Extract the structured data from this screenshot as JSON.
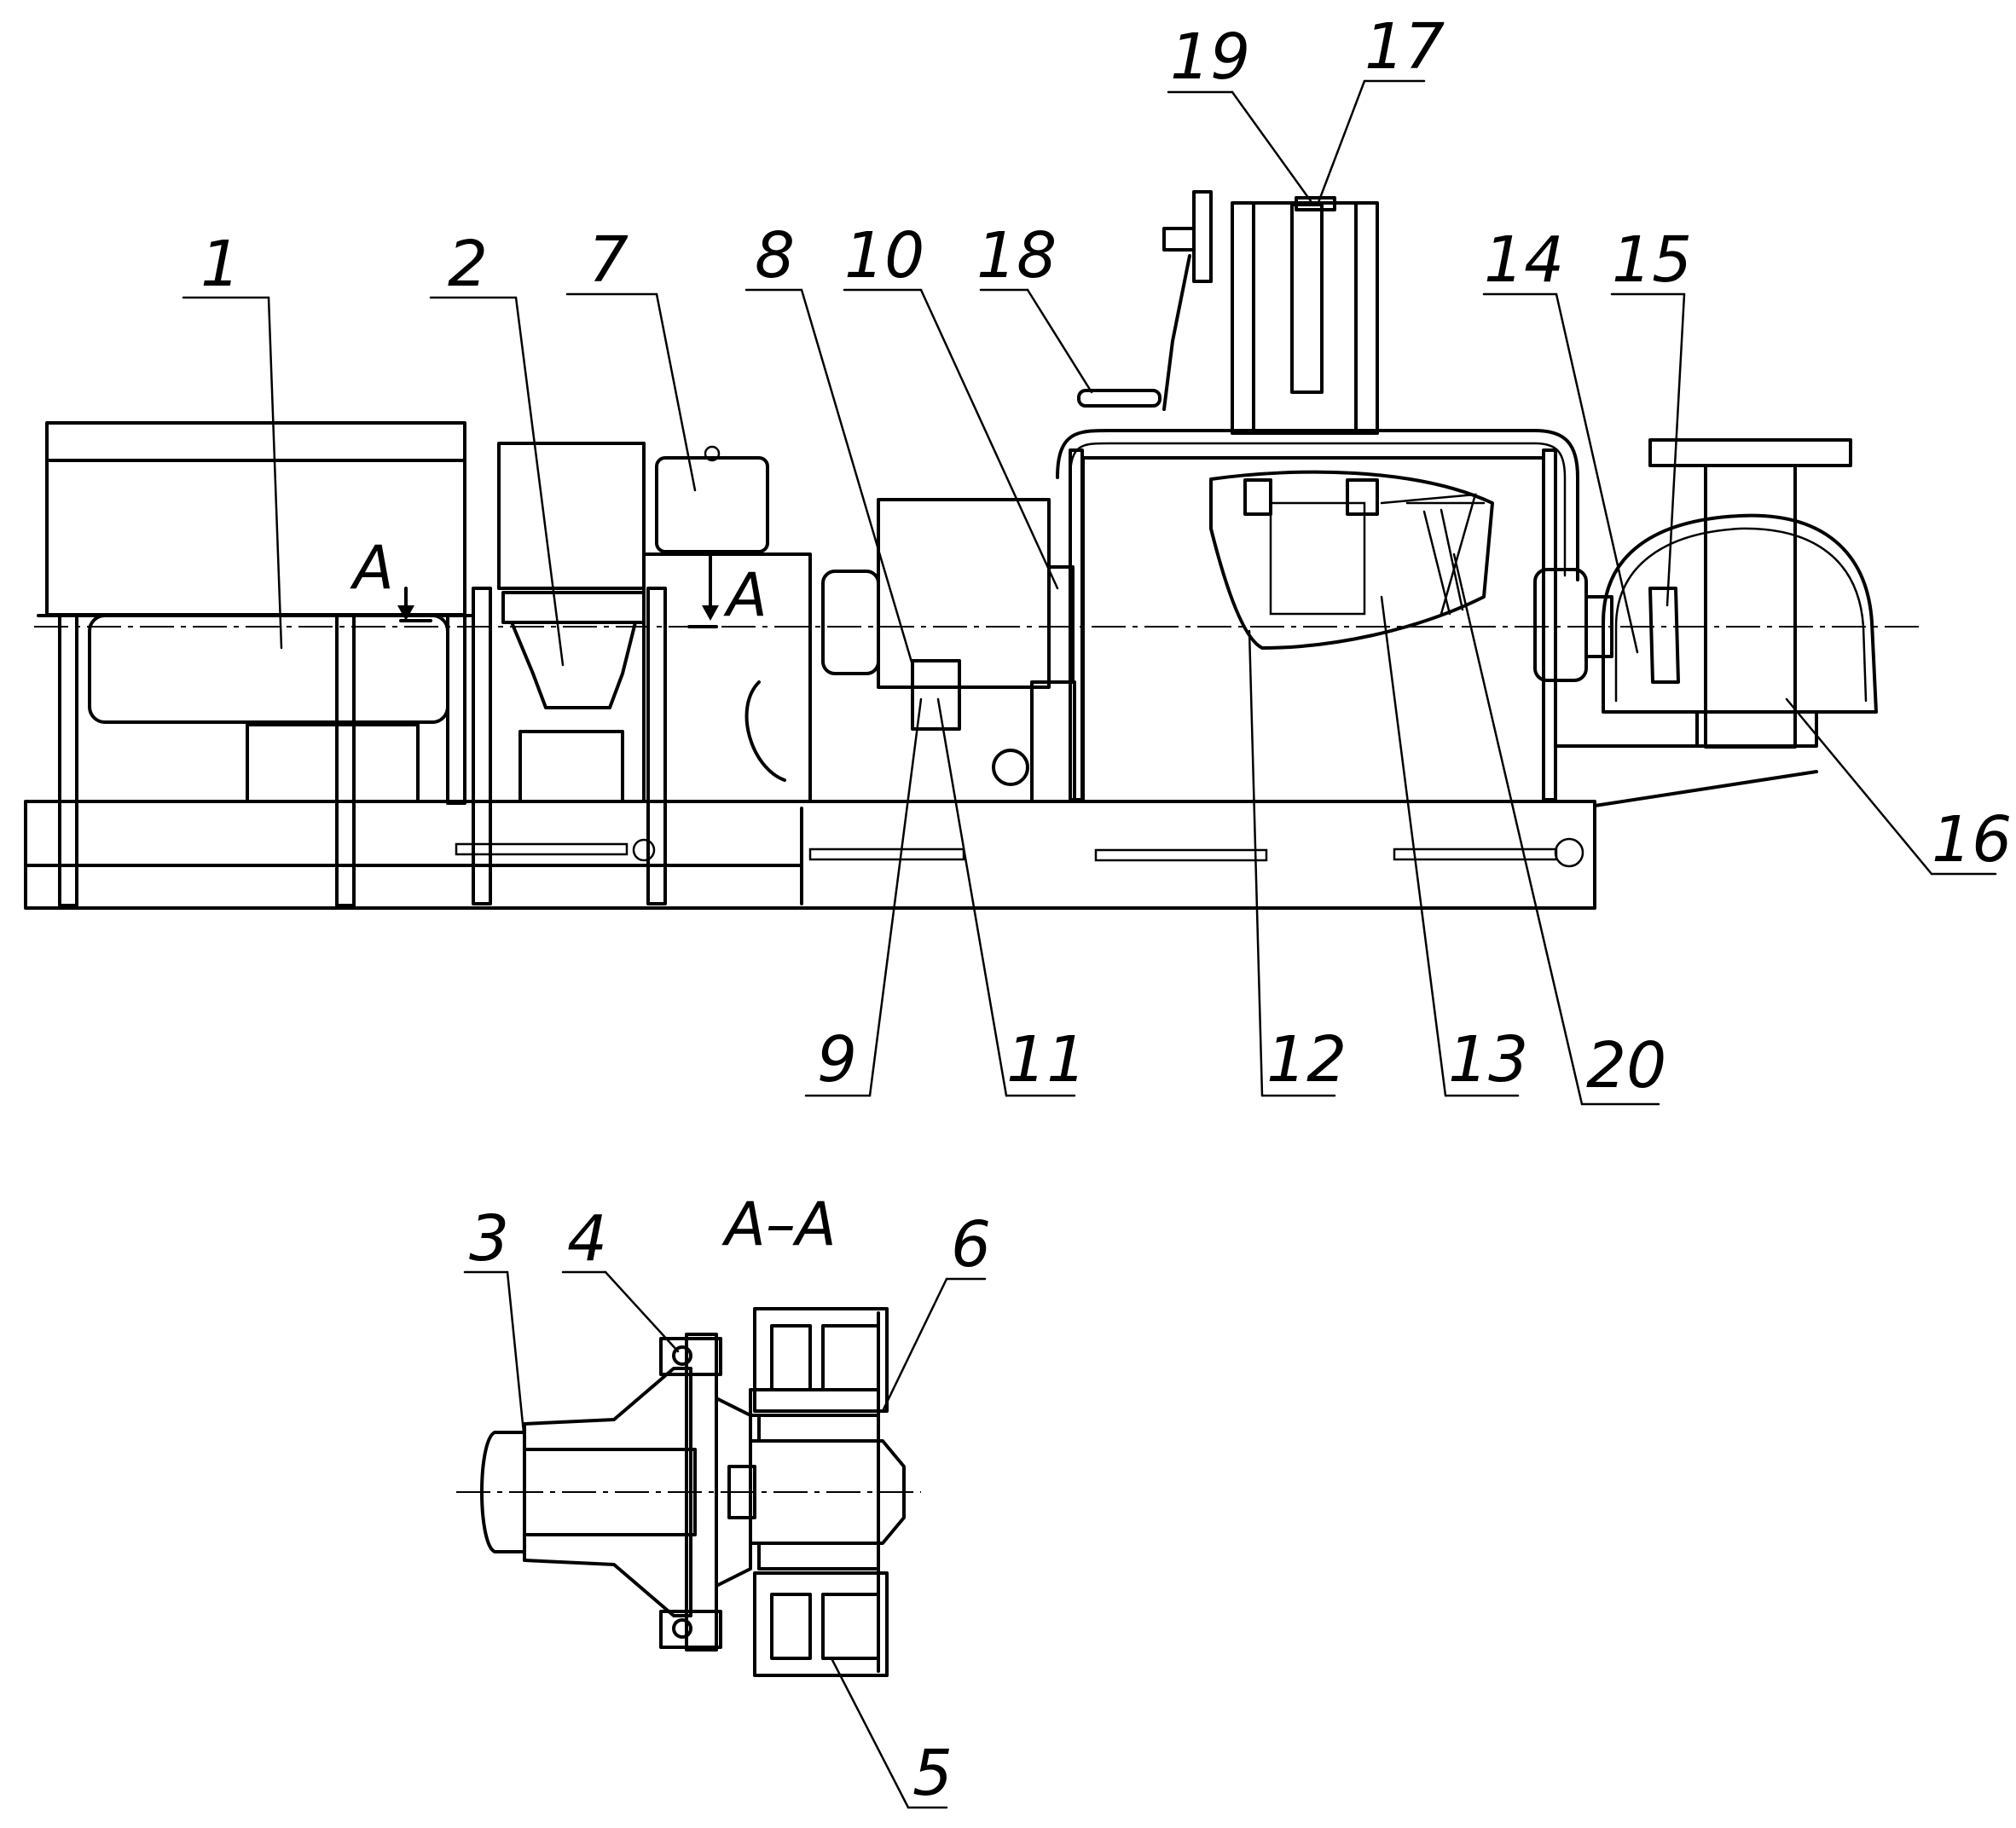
{
  "callouts": [
    "1",
    "2",
    "3",
    "4",
    "5",
    "6",
    "7",
    "8",
    "9",
    "10",
    "11",
    "12",
    "13",
    "14",
    "15",
    "16",
    "17",
    "18",
    "19",
    "20"
  ],
  "section": {
    "mark": "A",
    "title": "A–A"
  },
  "colors": {
    "ink": "#000000",
    "paper": "#ffffff"
  }
}
